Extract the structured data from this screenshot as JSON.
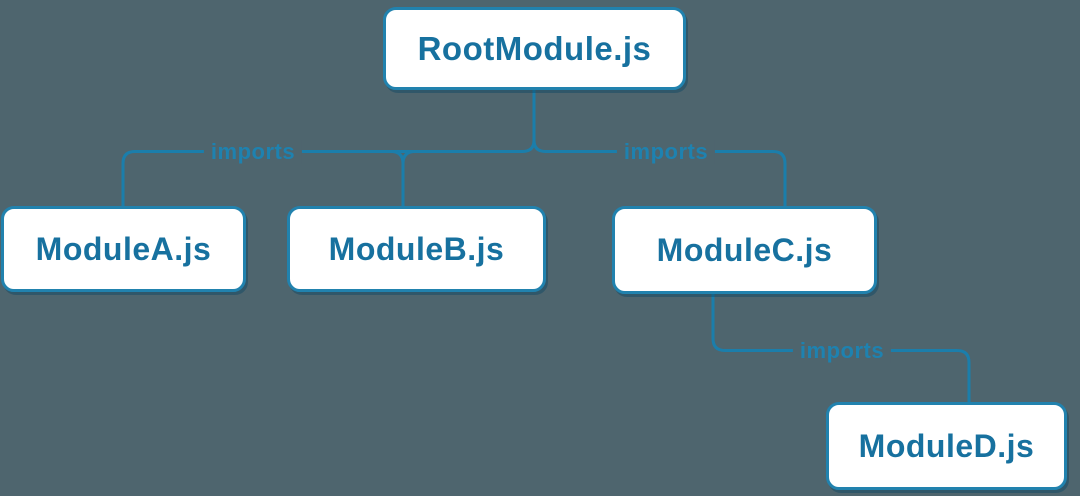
{
  "diagram": {
    "type": "module-import-tree",
    "colors": {
      "background": "#4e656e",
      "edge_line": "#1b7eab",
      "edge_label_text": "#1e82b0",
      "node_fill": "#ffffff",
      "node_border": "#2182ae",
      "node_text": "#17719f"
    },
    "nodes": [
      {
        "id": "root",
        "label": "RootModule.js"
      },
      {
        "id": "moduleA",
        "label": "ModuleA.js"
      },
      {
        "id": "moduleB",
        "label": "ModuleB.js"
      },
      {
        "id": "moduleC",
        "label": "ModuleC.js"
      },
      {
        "id": "moduleD",
        "label": "ModuleD.js"
      }
    ],
    "edges": [
      {
        "from": "RootModule.js",
        "to": "ModuleA.js",
        "label": "imports"
      },
      {
        "from": "RootModule.js",
        "to": "ModuleB.js",
        "label": ""
      },
      {
        "from": "RootModule.js",
        "to": "ModuleC.js",
        "label": "imports"
      },
      {
        "from": "ModuleC.js",
        "to": "ModuleD.js",
        "label": "imports"
      }
    ]
  }
}
